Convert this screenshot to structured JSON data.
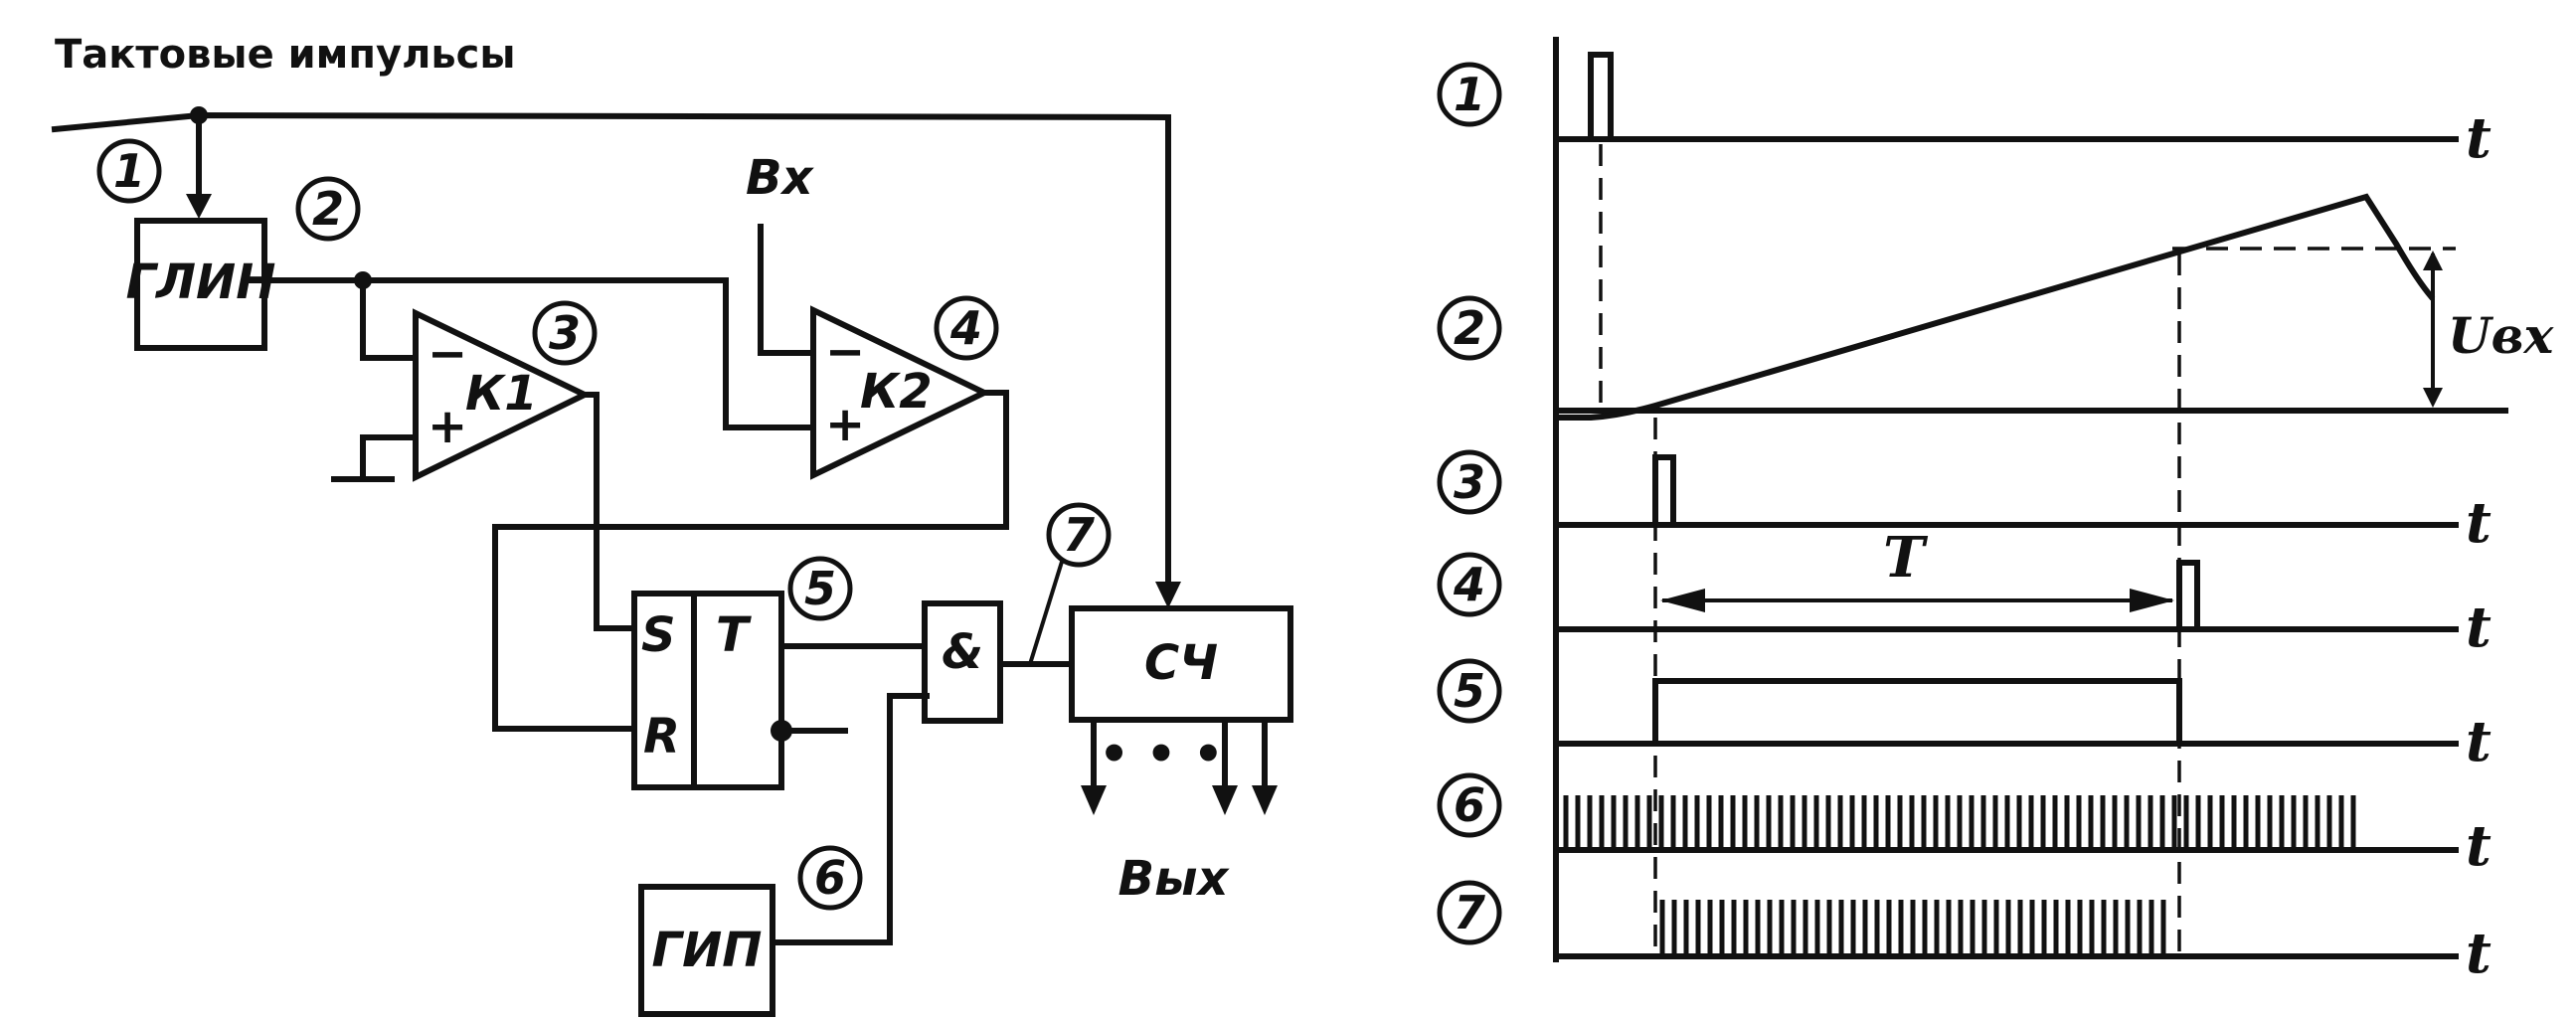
{
  "title": "Тактовые импульсы",
  "blocks": {
    "glin": "ГЛИН",
    "k1": "К1",
    "k2": "К2",
    "trigger_s": "S",
    "trigger_r": "R",
    "trigger_t": "T",
    "and_gate": "&",
    "counter": "СЧ",
    "gip": "ГИП"
  },
  "signals": {
    "input": "Вх",
    "output": "Вых",
    "ellipsis": "• • •",
    "plus": "+",
    "minus": "−"
  },
  "node_numbers": [
    "1",
    "2",
    "3",
    "4",
    "5",
    "6",
    "7"
  ],
  "timing": {
    "axis_label": "t",
    "period_label": "T",
    "amplitude_label": "Uвх"
  }
}
